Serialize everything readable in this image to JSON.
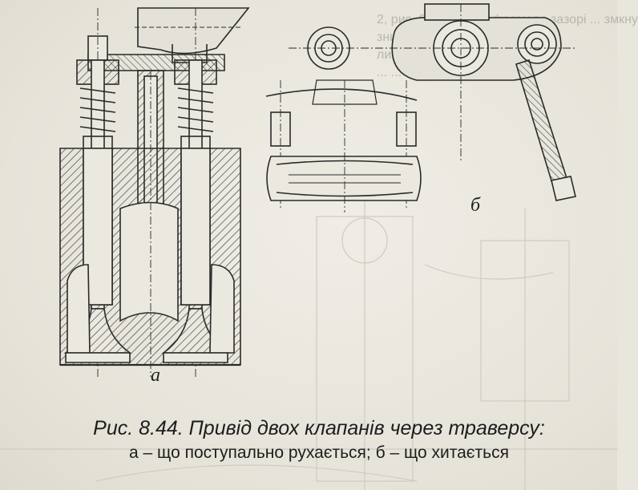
{
  "figure": {
    "label_a": "а",
    "label_b": "б"
  },
  "caption": {
    "title": "Рис. 8.44. Привід двох клапанів через траверсу:",
    "subtitle": "а – що поступально рухається; б – що хитається"
  },
  "background_text": {
    "line1": "2, рис. 8.43). Ба..ерфромела зазорі ... змкну",
    "line2": "зних клапанів. Н... ... ... ..., вкр",
    "line3": "лини... ... ... ... зазор",
    "line4": "... ... ...ться ..."
  },
  "colors": {
    "ink": "#2a2a2a",
    "hatch": "#3a3a3a",
    "paper": "#ebe8df",
    "faded_text": "#b9b6ad"
  }
}
